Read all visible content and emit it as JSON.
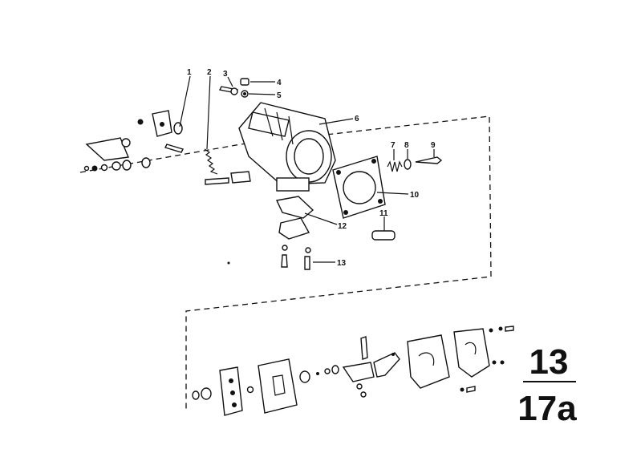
{
  "diagram": {
    "group_numbers": {
      "main": "13",
      "sub": "17a"
    },
    "callouts": [
      {
        "id": "1",
        "label": "1"
      },
      {
        "id": "2",
        "label": "2"
      },
      {
        "id": "3",
        "label": "3"
      },
      {
        "id": "4",
        "label": "4"
      },
      {
        "id": "5",
        "label": "5"
      },
      {
        "id": "6",
        "label": "6"
      },
      {
        "id": "7",
        "label": "7"
      },
      {
        "id": "8",
        "label": "8"
      },
      {
        "id": "9",
        "label": "9"
      },
      {
        "id": "10",
        "label": "10"
      },
      {
        "id": "11",
        "label": "11"
      },
      {
        "id": "12",
        "label": "12"
      },
      {
        "id": "13",
        "label": "13"
      }
    ]
  }
}
